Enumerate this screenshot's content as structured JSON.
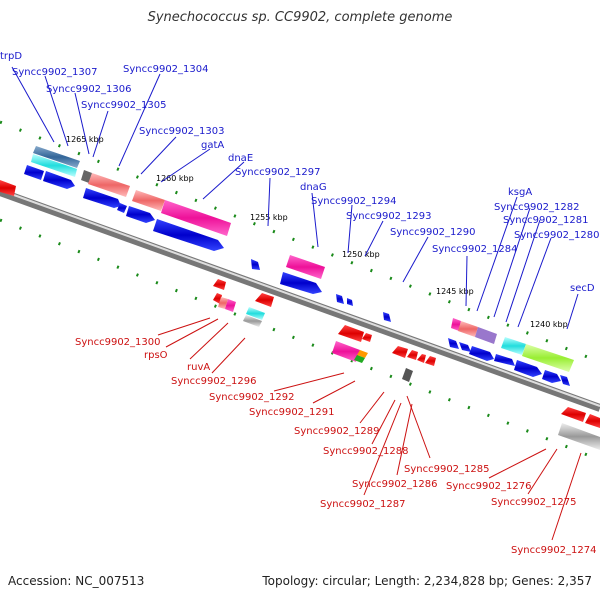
{
  "title": "Synechococcus sp. CC9902, complete genome",
  "footer": {
    "accession": "Accession: NC_007513",
    "summary": "Topology: circular; Length: 2,234,828 bp; Genes: 2,357"
  },
  "colors": {
    "forward_label": "#1a1acc",
    "reverse_label": "#cc1111",
    "forward_arrow": "#0000ee",
    "reverse_arrow": "#ee0000",
    "backbone": "#999999",
    "tick": "#1a8a1a"
  },
  "kbp_marks": [
    "1265 kbp",
    "1260 kbp",
    "1255 kbp",
    "1250 kbp",
    "1245 kbp",
    "1240 kbp"
  ],
  "forward_labels": [
    "trpD",
    "Syncc9902_1307",
    "Syncc9902_1306",
    "Syncc9902_1305",
    "Syncc9902_1304",
    "Syncc9902_1303",
    "gatA",
    "dnaE",
    "Syncc9902_1297",
    "dnaG",
    "Syncc9902_1294",
    "Syncc9902_1293",
    "Syncc9902_1290",
    "Syncc9902_1284",
    "ksgA",
    "Syncc9902_1282",
    "Syncc9902_1281",
    "Syncc9902_1280",
    "secD"
  ],
  "reverse_labels": [
    "Syncc9902_1300",
    "rpsO",
    "ruvA",
    "Syncc9902_1296",
    "Syncc9902_1292",
    "Syncc9902_1291",
    "Syncc9902_1289",
    "Syncc9902_1288",
    "Syncc9902_1285",
    "Syncc9902_1286",
    "Syncc9902_1276",
    "Syncc9902_1287",
    "Syncc9902_1275",
    "Syncc9902_1274"
  ]
}
